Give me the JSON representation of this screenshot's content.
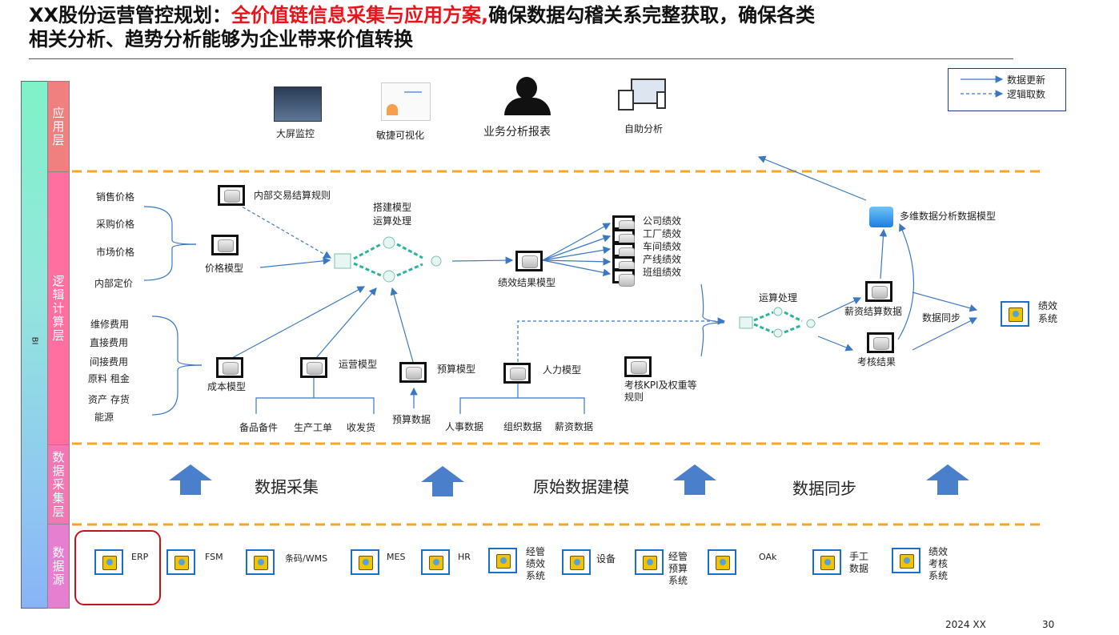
{
  "title": {
    "prefix": "XX股份运营管控规划：",
    "highlight": "全价值链信息采集与应用方案,",
    "suffix": "确保数据勾稽关系完整获取，确保各类",
    "line2": "相关分析、趋势分析能够为企业带来价值转换"
  },
  "side": {
    "bi": "BI",
    "layers": [
      "应用层",
      "逻辑计算层",
      "数据采集层",
      "数据源"
    ]
  },
  "legend": {
    "update": "数据更新",
    "logic": "逻辑取数"
  },
  "app_layer": [
    "大屏监控",
    "敏捷可视化",
    "业务分析报表",
    "自助分析"
  ],
  "logic": {
    "price_items": [
      "销售价格",
      "采购价格",
      "市场价格",
      "内部定价"
    ],
    "price_model": "价格模型",
    "internal_rule": "内部交易结算规则",
    "build_model": "搭建模型",
    "compute": "运算处理",
    "cost_items": [
      "维修费用",
      "直接费用",
      "间接费用",
      "原料  租金",
      "资产  存货",
      "能源"
    ],
    "cost_model": "成本模型",
    "ops_model": "运营模型",
    "ops_items": [
      "备品备件",
      "生产工单",
      "收发货"
    ],
    "budget_model": "预算模型",
    "budget_data": "预算数据",
    "hr_model": "人力模型",
    "hr_items": [
      "人事数据",
      "组织数据",
      "薪资数据"
    ],
    "perf_model": "绩效结果模型",
    "perf_items": [
      "公司绩效",
      "工厂绩效",
      "车间绩效",
      "产线绩效",
      "班组绩效"
    ],
    "kpi_rule": "考核KPI及权重等规则",
    "compute2": "运算处理",
    "salary_data": "薪资结算数据",
    "assess_result": "考核结果",
    "multi_model": "多维数据分析数据模型",
    "sync": "数据同步",
    "perf_system": "绩效系统"
  },
  "collect_layer": [
    "数据采集",
    "原始数据建模",
    "数据同步"
  ],
  "sources": [
    "ERP",
    "FSM",
    "条码/WMS",
    "MES",
    "HR",
    "经管绩效系统",
    "设备",
    "经管预算系统",
    "OAk",
    "手工数据",
    "绩效考核系统"
  ],
  "footer": {
    "year": "2024 XX",
    "page": "30"
  },
  "colors": {
    "accent_red": "#e8141c",
    "dash_orange": "#f5a623",
    "arrow_blue": "#3b78c3",
    "layer_pink": "#ff6fa0"
  }
}
